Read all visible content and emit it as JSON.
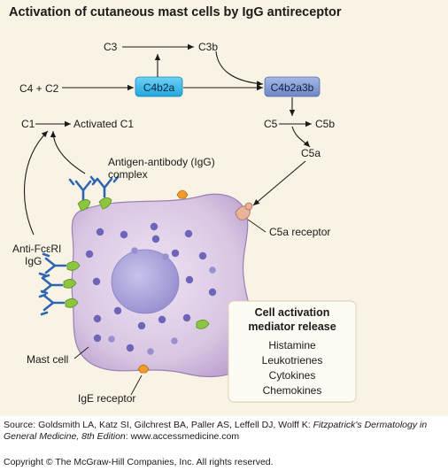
{
  "title": "Activation of cutaneous mast cells by IgG antireceptor",
  "nodes": {
    "c3": "C3",
    "c3b": "C3b",
    "c4c2": "C4 + C2",
    "c4b2a": "C4b2a",
    "c4b2a3b": "C4b2a3b",
    "c1": "C1",
    "activated_c1": "Activated C1",
    "c5": "C5",
    "c5b": "C5b",
    "c5a": "C5a"
  },
  "labels": {
    "complex_line1": "Antigen-antibody (IgG)",
    "complex_line2": "complex",
    "anti_line1": "Anti-FcεRI",
    "anti_line2": "IgG",
    "c5a_receptor": "C5a receptor",
    "mast_cell": "Mast cell",
    "ige_receptor": "IgE receptor"
  },
  "panel": {
    "heading_line1": "Cell activation",
    "heading_line2": "mediator release",
    "items": [
      "Histamine",
      "Leukotrienes",
      "Cytokines",
      "Chemokines"
    ]
  },
  "colors": {
    "background": "#f8f3e4",
    "c4b2a_box": "#33b8ea",
    "c4b2a3b_box": "#7f98d2",
    "cell": "#d9c6e3",
    "nucleus": "#a9a2d8",
    "granule": "#6f65b8",
    "antibody": "#2f66b1",
    "fc_receptor": "#8cc63f",
    "ige_receptor": "#f29b2c",
    "c5a_receptor": "#e9b39a"
  },
  "source": {
    "prefix": "Source: Goldsmith LA, Katz SI, Gilchrest BA, Paller AS, Leffell DJ, Wolff K: ",
    "book": "Fitzpatrick's Dermatology in General Medicine, 8th Edition",
    "suffix": ": www.accessmedicine.com"
  },
  "copyright": "Copyright © The McGraw-Hill Companies, Inc. All rights reserved."
}
